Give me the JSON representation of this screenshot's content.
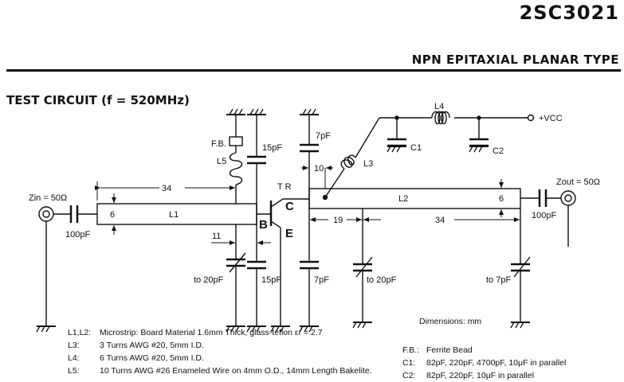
{
  "header": {
    "part_number": "2SC3021",
    "device_type": "NPN EPITAXIAL PLANAR TYPE"
  },
  "section_title": "TEST CIRCUIT (f = 520MHz)",
  "circuit": {
    "input": {
      "label": "Zin = 50Ω",
      "coupling_cap": "100pF"
    },
    "output": {
      "label": "Zout = 50Ω",
      "coupling_cap": "100pF"
    },
    "transistor": {
      "label": "T R",
      "base": "B",
      "collector": "C",
      "emitter": "E"
    },
    "ferrite_bead": "F.B.",
    "microstrips": {
      "l1": "L1",
      "l2": "L2"
    },
    "inductors": {
      "l3": "L3",
      "l4": "L4",
      "l5": "L5"
    },
    "capacitors": {
      "c1": "C1",
      "c2": "C2",
      "base_shunt_top": "15pF",
      "base_shunt_bottom": "15pF",
      "collector_shunt_top": "7pF",
      "collector_shunt_bottom": "7pF",
      "base_trimmer": "to 20pF",
      "collector_trimmer": "to 20pF",
      "output_trimmer": "to 7pF"
    },
    "supply": "+VCC",
    "dimensions": {
      "l1_length": "34",
      "l1_width": "6",
      "base_trimmer_offset": "11",
      "l3_tap_offset": "10",
      "collector_trimmer_offset": "19",
      "l2_length": "34",
      "l2_width": "6"
    }
  },
  "dimensions_note": "Dimensions: mm",
  "notes_left": [
    {
      "key": "L1,L2:",
      "text": "Microstrip: Board Material 1.6mm Thick, glass-teflon εr = 2.7"
    },
    {
      "key": "L3:",
      "text": "3 Turns AWG #20, 5mm I.D."
    },
    {
      "key": "L4:",
      "text": "6 Turns AWG #20, 5mm I.D."
    },
    {
      "key": "L5:",
      "text": "10 Turns AWG #26 Enameled Wire on 4mm O.D., 14mm Length Bakelite."
    }
  ],
  "notes_right": [
    {
      "key": "F.B.:",
      "text": "Ferrite Bead"
    },
    {
      "key": "C1:",
      "text": "82pF, 220pF, 4700pF, 10μF in parallel"
    },
    {
      "key": "C2:",
      "text": "82pF, 220pF, 10μF in parallel"
    }
  ]
}
